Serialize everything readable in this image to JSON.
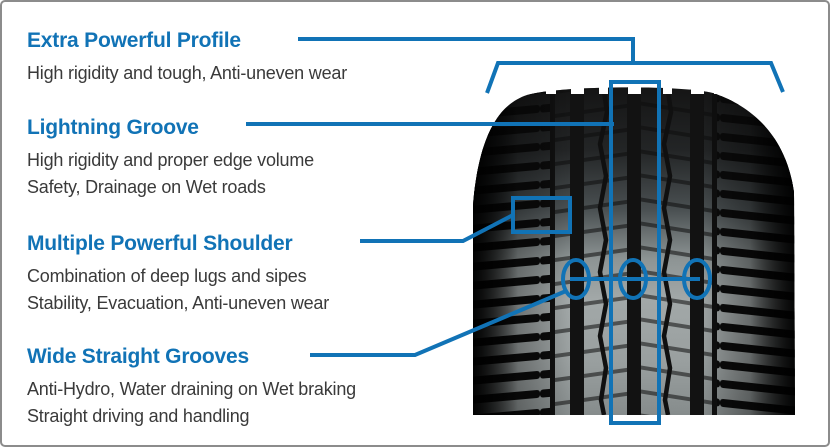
{
  "colors": {
    "accent": "#1173b6",
    "text": "#3a3a3a",
    "border": "#8c8c8c",
    "background": "#ffffff"
  },
  "features": [
    {
      "title": "Extra Powerful Profile",
      "lines": [
        "High rigidity and tough, Anti-uneven wear"
      ]
    },
    {
      "title": "Lightning Groove",
      "lines": [
        "High rigidity and proper edge volume",
        "Safety, Drainage on Wet roads"
      ]
    },
    {
      "title": "Multiple Powerful Shoulder",
      "lines": [
        "Combination of deep lugs and sipes",
        "Stability, Evacuation, Anti-uneven wear"
      ]
    },
    {
      "title": "Wide Straight Grooves",
      "lines": [
        "Anti-Hydro, Water draining on Wet braking",
        "Straight driving and handling"
      ]
    }
  ]
}
